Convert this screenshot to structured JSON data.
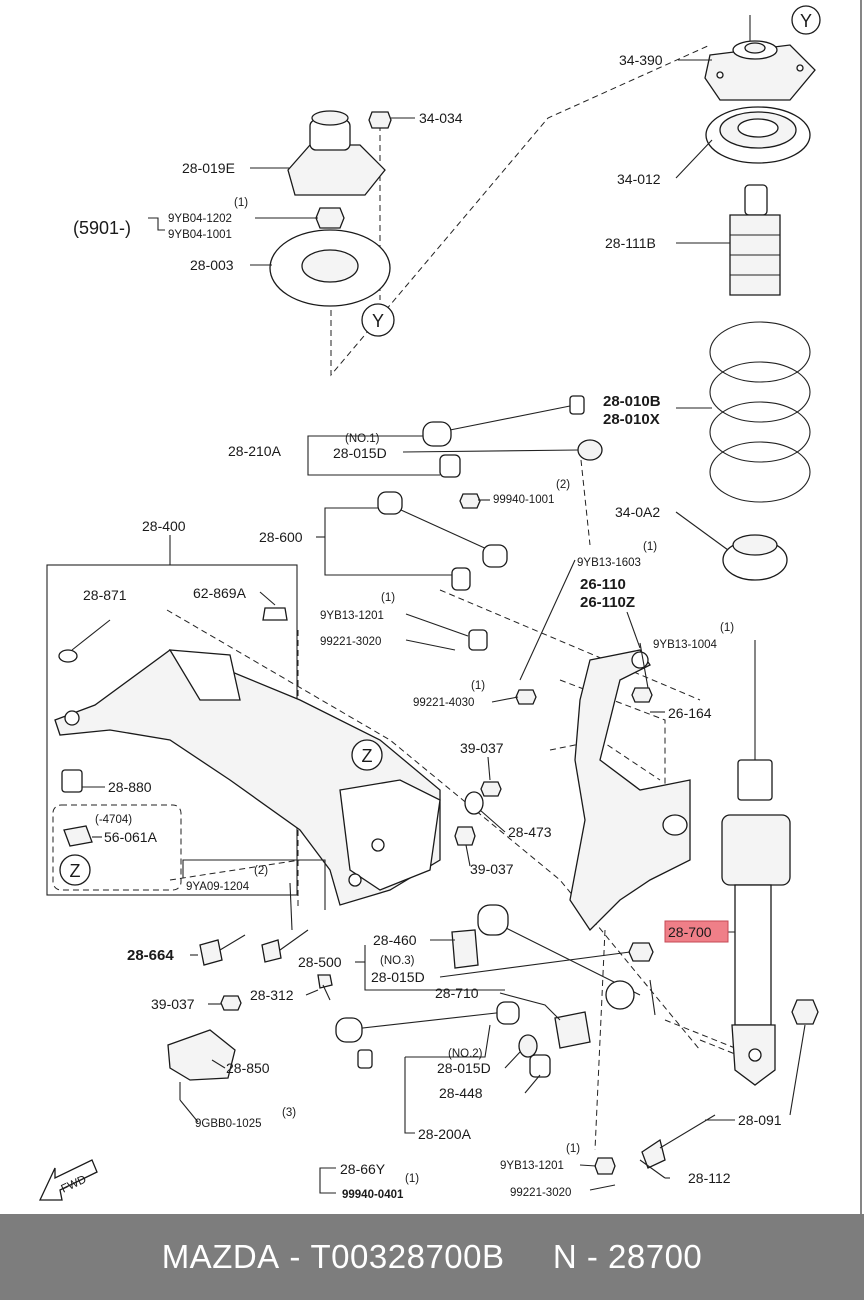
{
  "labels": {
    "l34390": "34-390",
    "l34034": "34-034",
    "l28019E": "28-019E",
    "l9YB041202": "9YB04-1202",
    "l9YB041001": "9YB04-1001",
    "l5901": "(5901-)",
    "l28003": "28-003",
    "l34012": "34-012",
    "l28111B": "28-111B",
    "l28010B": "28-010B",
    "l28010X": "28-010X",
    "lNO1": "(NO.1)",
    "l28210A": "28-210A",
    "l28015D_a": "28-015D",
    "l99940_1001": "99940-1001",
    "l340A2": "34-0A2",
    "l28400": "28-400",
    "l28600": "28-600",
    "l9YB131603": "9YB13-1603",
    "l26110": "26-110",
    "l26110Z": "26-110Z",
    "l28871": "28-871",
    "l62869A": "62-869A",
    "l9YB131201_a": "9YB13-1201",
    "l99221_3020_a": "99221-3020",
    "l9YB131004": "9YB13-1004",
    "l99221_4030": "99221-4030",
    "l26164": "26-164",
    "l39037_a": "39-037",
    "l28880": "28-880",
    "l4704": "(-4704)",
    "l56061A": "56-061A",
    "l28473": "28-473",
    "l39037_b": "39-037",
    "l9YA091204": "9YA09-1204",
    "l28700": "28-700",
    "l28460": "28-460",
    "lNO3": "(NO.3)",
    "l28664": "28-664",
    "l28500": "28-500",
    "l28015D_b": "28-015D",
    "l39037_c": "39-037",
    "l28312": "28-312",
    "l28710": "28-710",
    "lNO2": "(NO.2)",
    "l28015D_c": "28-015D",
    "l28850": "28-850",
    "l28448": "28-448",
    "l9GBB01025": "9GBB0-1025",
    "l28091": "28-091",
    "l28200A": "28-200A",
    "l9YB131201_b": "9YB13-1201",
    "l28112": "28-112",
    "l2866Y": "28-66Y",
    "l99940_0401": "99940-0401",
    "l99221_3020_b": "99221-3020",
    "q1": "(1)",
    "q2": "(2)",
    "q3": "(3)",
    "markerY": "Y",
    "markerZ": "Z",
    "fwd": "FWD"
  },
  "highlight_color": "#ef7f88",
  "footer": {
    "brand": "MAZDA",
    "part_code": "T00328700B",
    "ref": "N - 28700"
  }
}
